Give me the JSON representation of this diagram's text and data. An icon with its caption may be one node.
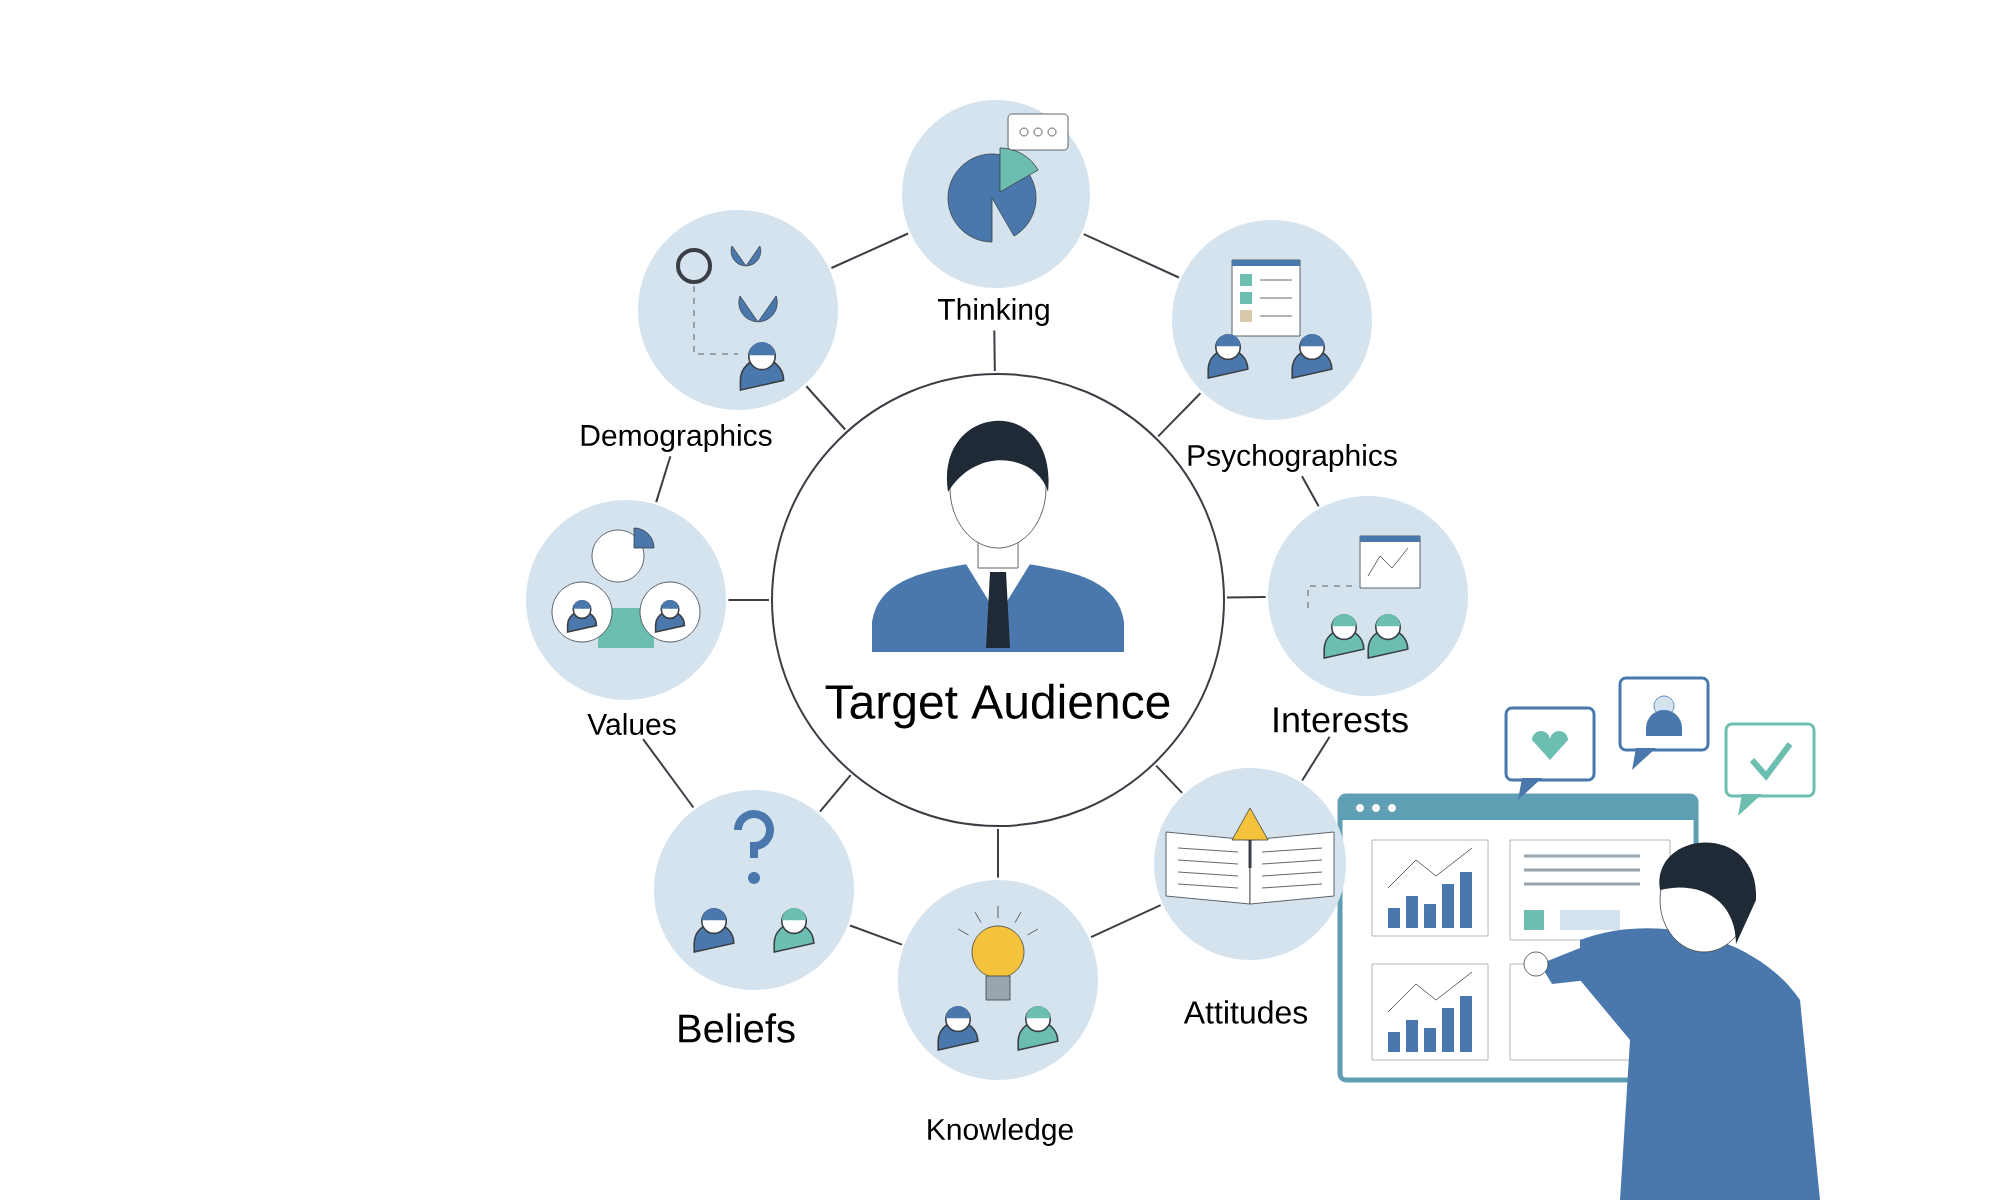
{
  "diagram": {
    "nodes": [
      {
        "text": [
          "Target Audience"
        ]
      },
      {
        "text": [
          "Thinking"
        ]
      },
      {
        "text": [
          "Psychographics"
        ]
      },
      {
        "text": [
          "Interests"
        ]
      },
      {
        "text": [
          "Attitudes"
        ]
      },
      {
        "text": [
          "Knowledge"
        ]
      },
      {
        "text": [
          "Beliefs"
        ]
      },
      {
        "text": [
          "Values"
        ]
      },
      {
        "text": [
          "Demographics"
        ]
      }
    ],
    "edges": [
      {
        "from": 1,
        "to": 0,
        "arrow": "none"
      },
      {
        "from": 2,
        "to": 0,
        "arrow": "none"
      },
      {
        "from": 3,
        "to": 0,
        "arrow": "none"
      },
      {
        "from": 4,
        "to": 0,
        "arrow": "none"
      },
      {
        "from": 5,
        "to": 0,
        "arrow": "none"
      },
      {
        "from": 6,
        "to": 0,
        "arrow": "none"
      },
      {
        "from": 7,
        "to": 0,
        "arrow": "none"
      },
      {
        "from": 8,
        "to": 0,
        "arrow": "none"
      },
      {
        "from": 1,
        "to": 2,
        "arrow": "none"
      },
      {
        "from": 2,
        "to": 3,
        "arrow": "none"
      },
      {
        "from": 3,
        "to": 4,
        "arrow": "none"
      },
      {
        "from": 4,
        "to": 5,
        "arrow": "none"
      },
      {
        "from": 5,
        "to": 6,
        "arrow": "none"
      },
      {
        "from": 6,
        "to": 7,
        "arrow": "none"
      },
      {
        "from": 7,
        "to": 8,
        "arrow": "none"
      },
      {
        "from": 8,
        "to": 1,
        "arrow": "none"
      }
    ]
  }
}
